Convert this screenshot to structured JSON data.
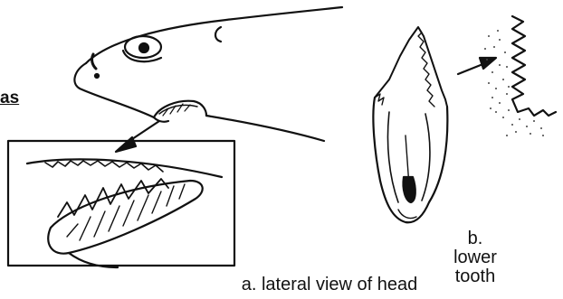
{
  "partial_label": "as",
  "caption_a": "a. lateral view of head",
  "caption_b": {
    "line1": "b.",
    "line2": "lower",
    "line3": "tooth"
  }
}
